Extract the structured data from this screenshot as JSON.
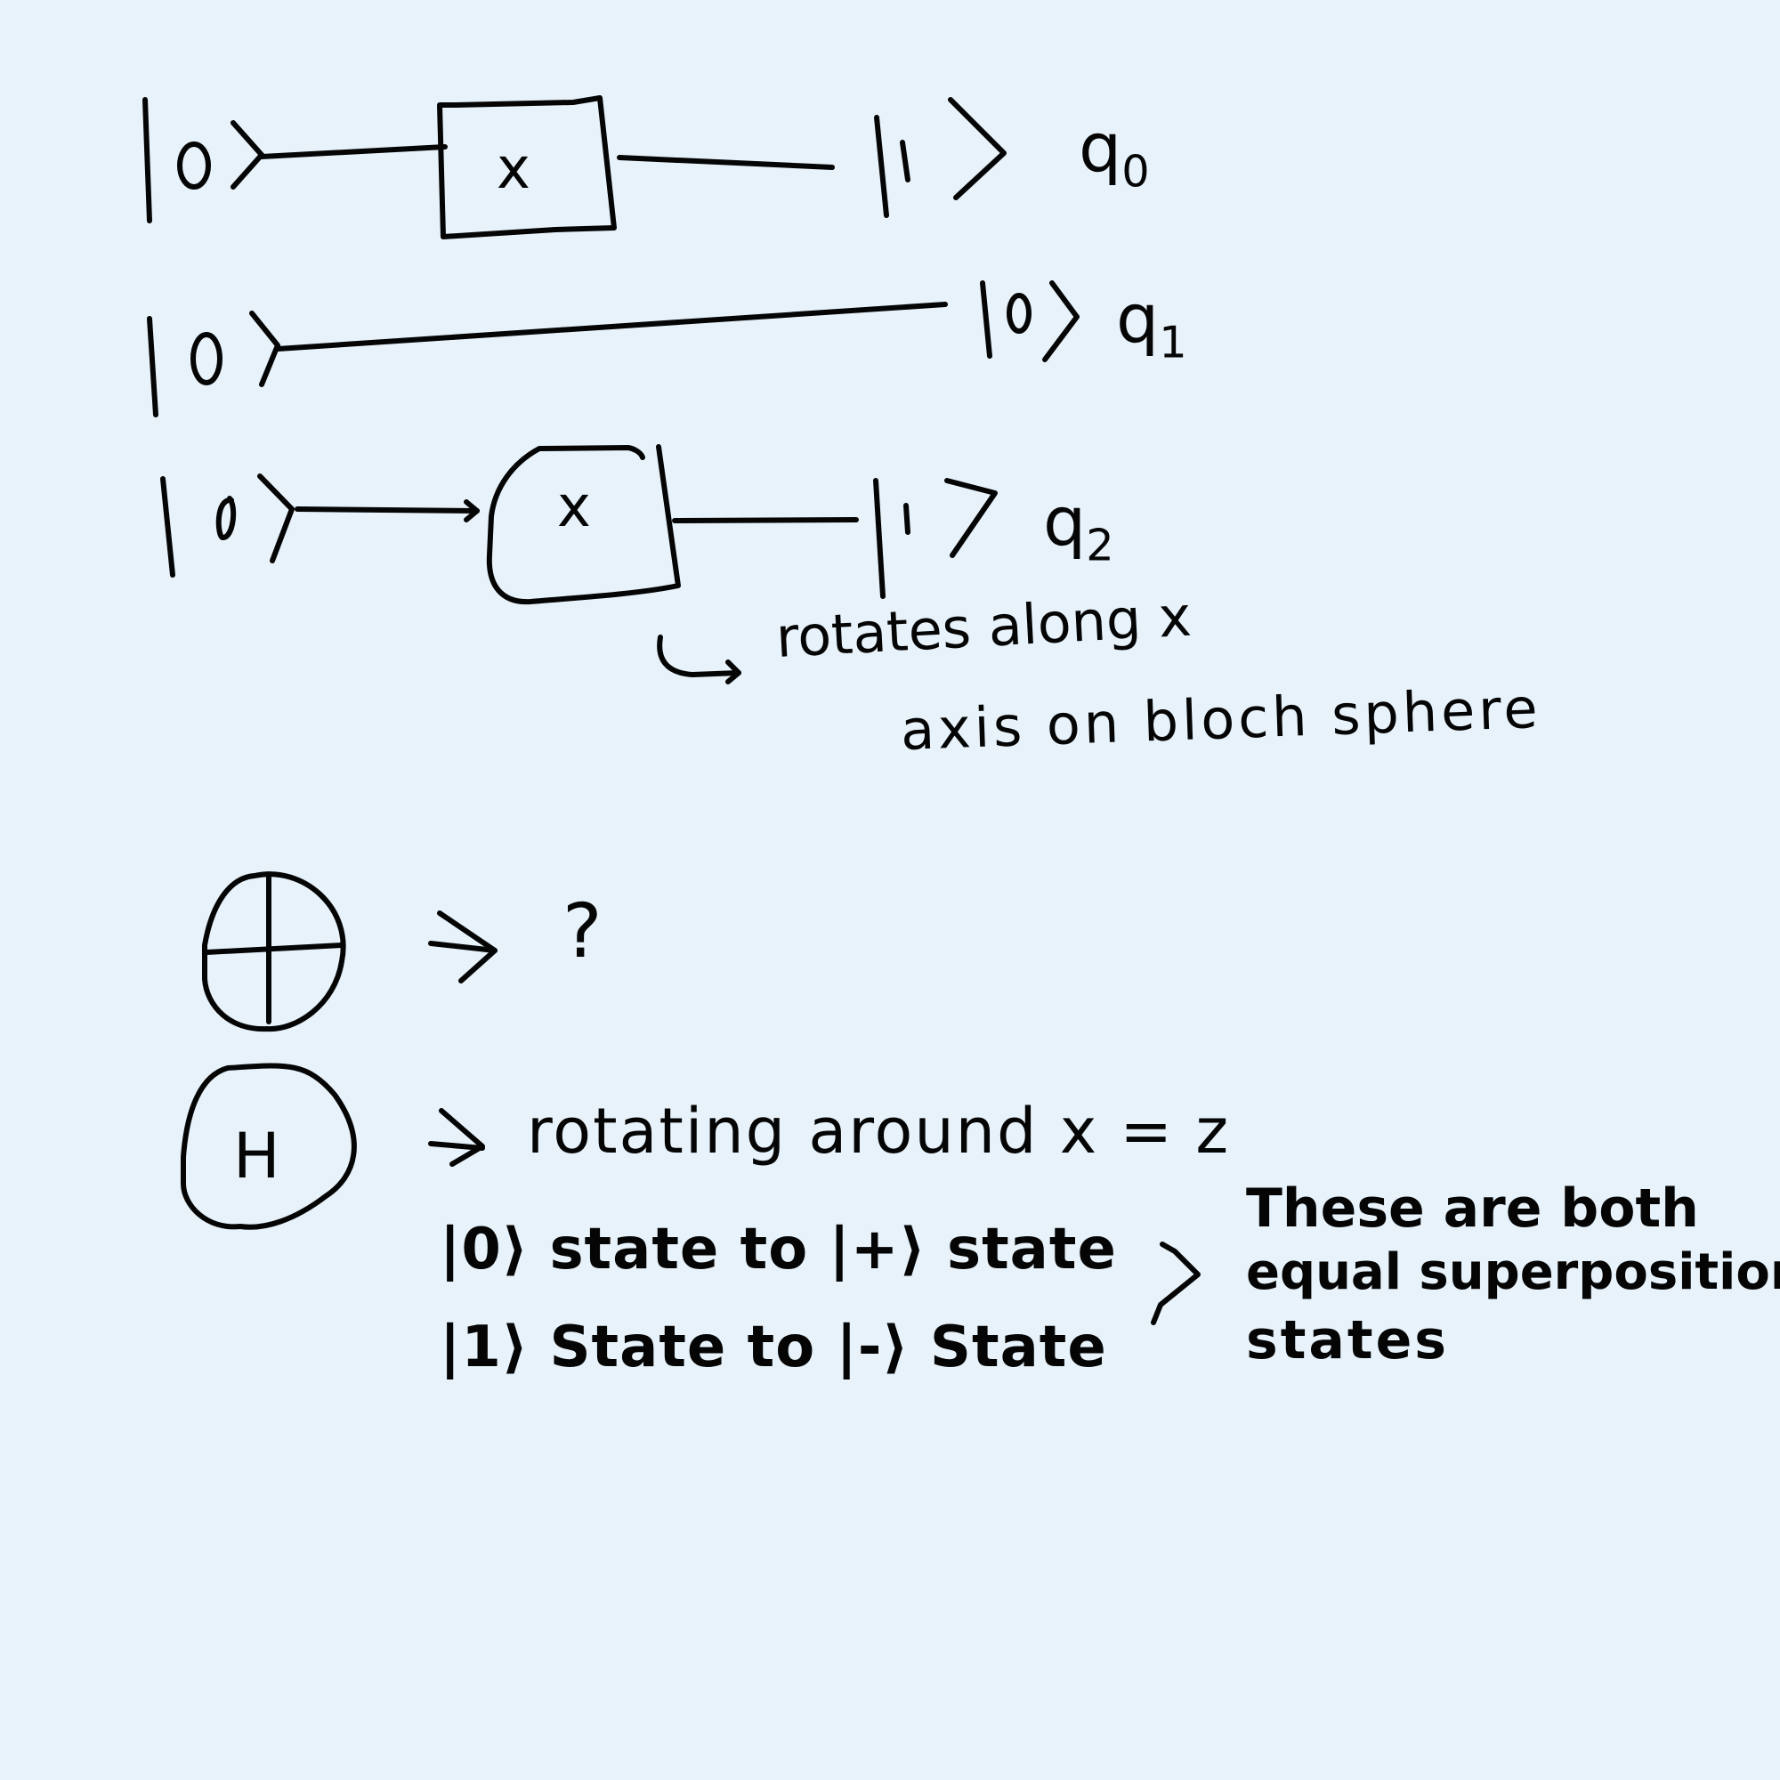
{
  "circuit": {
    "q0": {
      "input_ket": "|0⟩",
      "gate_label": "x",
      "output_ket": "|1⟩",
      "qubit": "q",
      "index": "0"
    },
    "q1": {
      "input_ket": "|0⟩",
      "output_ket": "|0⟩",
      "qubit": "q",
      "index": "1"
    },
    "q2": {
      "input_ket": "|0⟩",
      "gate_label": "x",
      "output_ket": "|1⟩",
      "qubit": "q",
      "index": "2"
    },
    "note_line1": "rotates along x",
    "note_line2": "axis on bloch sphere"
  },
  "gates": {
    "cnot_result": "?",
    "hadamard_label": "H",
    "hadamard_desc": "rotating around x = z",
    "state_line1": "|0⟩ state to |+⟩ state",
    "state_line2": "|1⟩ State to |-⟩ State",
    "summary_line1": "These are both",
    "summary_line2": "equal superposition",
    "summary_line3": "states"
  },
  "colors": {
    "background": "#e7f2fa",
    "ink": "#050505"
  }
}
